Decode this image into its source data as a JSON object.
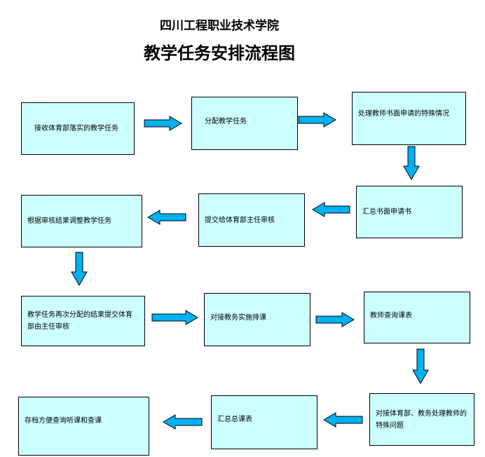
{
  "header": {
    "institution": "四川工程职业技术学院",
    "title": "教学任务安排流程图"
  },
  "steps": [
    "接收体育部落实的教学任务",
    "分配教学任务",
    "处理教师书面申请的特殊情况",
    "汇总书面申请书",
    "提交给体育部主任审核",
    "根据审核结果调整教学任务",
    "教学任务再次分配的结果提交体育部由主任审核",
    "对接教务实施排课",
    "教师查询课表",
    "对接体育部、教务处理教师的特殊问题",
    "汇总总课表",
    "存档方便查询听课和查课"
  ],
  "colors": {
    "box_fill": "#ccffff",
    "arrow_fill": "#00b0f0",
    "border": "#000000"
  }
}
